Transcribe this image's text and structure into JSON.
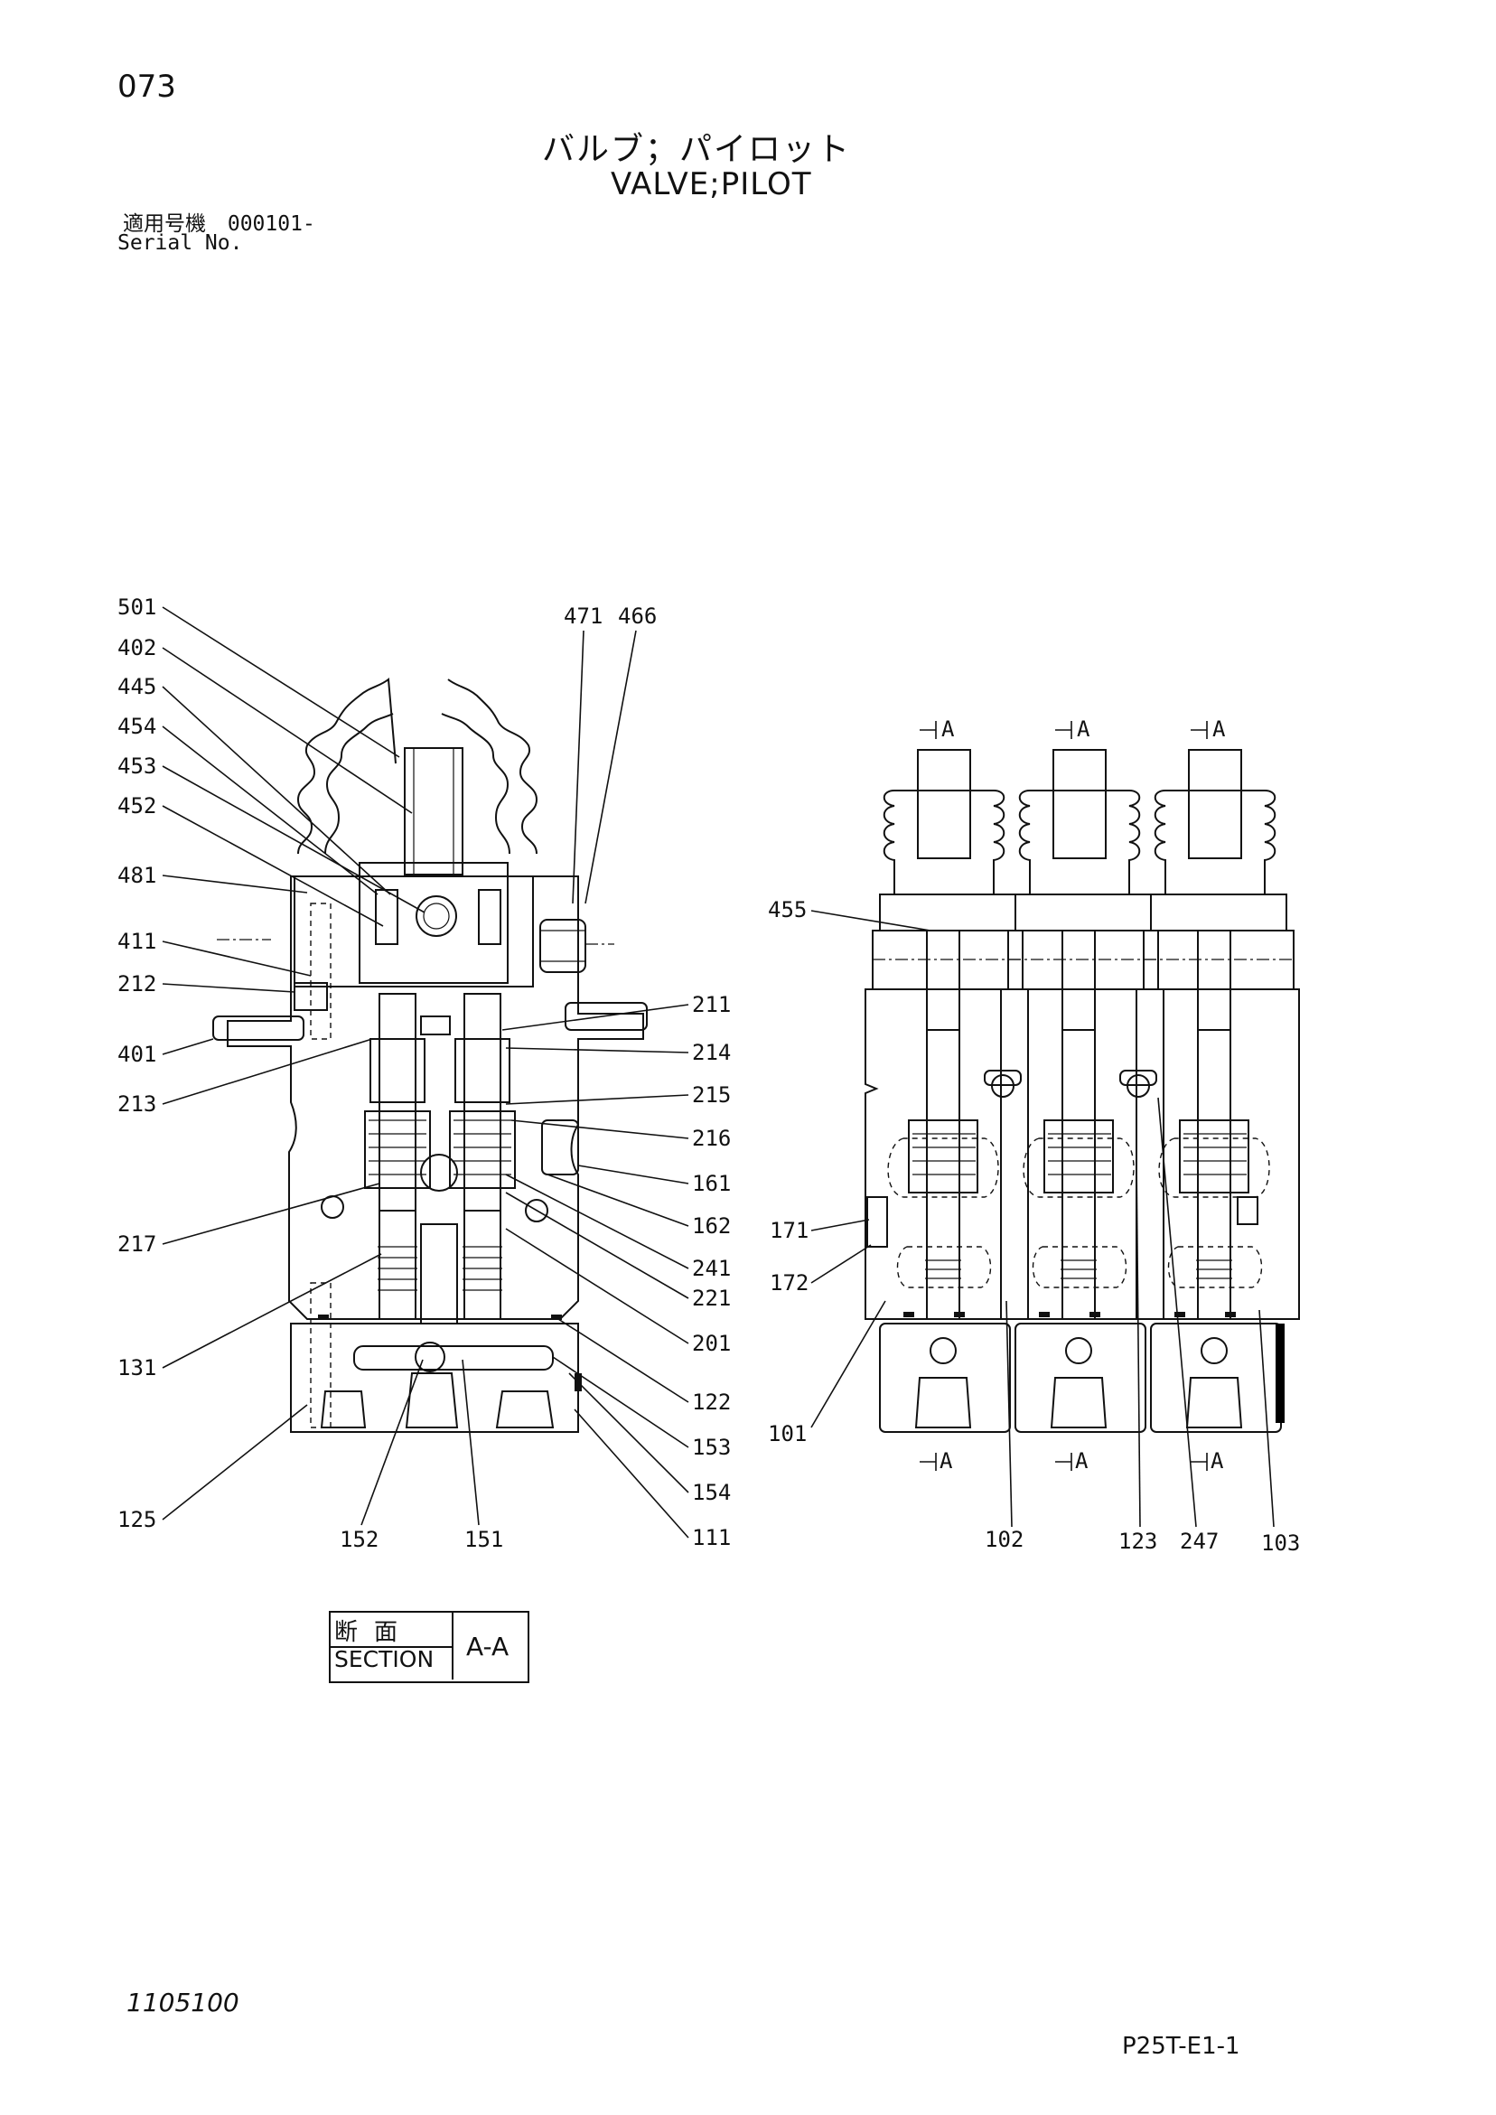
{
  "header": {
    "page_number": "073",
    "title_jp": "バルブ；パイロット",
    "title_en": "VALVE;PILOT",
    "serial_label_jp": "適用号機",
    "serial_value": "000101-",
    "serial_label_en": "Serial No."
  },
  "section_caption": {
    "jp": "断面",
    "en": "SECTION",
    "value": "A-A"
  },
  "footer": {
    "doc_id": "1105100",
    "page_code": "P25T-E1-1"
  },
  "section_marks": {
    "a": "A"
  },
  "callouts_left": {
    "c501": "501",
    "c402": "402",
    "c445": "445",
    "c454": "454",
    "c453": "453",
    "c452": "452",
    "c481": "481",
    "c411": "411",
    "c212": "212",
    "c401": "401",
    "c213": "213",
    "c217": "217",
    "c131": "131",
    "c125": "125",
    "c471": "471",
    "c466": "466",
    "c211": "211",
    "c214": "214",
    "c215": "215",
    "c216": "216",
    "c161": "161",
    "c162": "162",
    "c241": "241",
    "c221": "221",
    "c201": "201",
    "c122": "122",
    "c153": "153",
    "c154": "154",
    "c111": "111",
    "c152": "152",
    "c151": "151"
  },
  "callouts_right": {
    "c455": "455",
    "c171": "171",
    "c172": "172",
    "c101": "101",
    "c102": "102",
    "c123": "123",
    "c247": "247",
    "c103": "103"
  }
}
